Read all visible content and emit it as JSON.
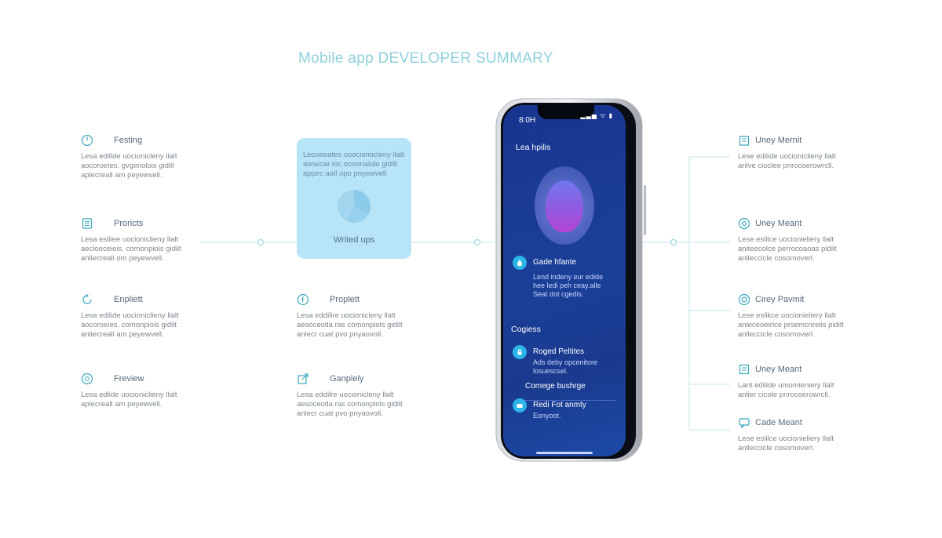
{
  "title": "Mobile app DEVELOPER SUMMARY",
  "left_features": [
    {
      "name": "Festing",
      "icon": "timer-icon",
      "desc": [
        "Lesa edilide uocionicleny llalt",
        "aocoroeies. gvgimolois gidilt",
        "aplecreall am peyewvell."
      ]
    },
    {
      "name": "Proricts",
      "icon": "document-list-icon",
      "desc": [
        "Lesa esliiee uocioniclieny llalt",
        "aecloeceieis. comonpiols gidilt",
        "anliecreall om peyewvell."
      ]
    },
    {
      "name": "Enpliett",
      "icon": "refresh-icon",
      "desc": [
        "Lesa edilide uocioniclieny llalt",
        "aocoroeies. comonpiols gidilt",
        "anliecreall am peyewvell."
      ]
    },
    {
      "name": "Freview",
      "icon": "gauge-icon",
      "desc": [
        "Lesa edlide uocioniclieny llalt",
        "aplecreall am peyewvell."
      ]
    }
  ],
  "middle_features": [
    {
      "name": "Proplett",
      "icon": "facebook-icon",
      "desc": [
        "Lesa eddilire uocionicleny llalt",
        "aesoceotla ras comonpiols gidilt",
        "anlecr cuat pvo pnyaovoll."
      ]
    },
    {
      "name": "Ganplely",
      "icon": "external-link-icon",
      "desc": [
        "Lesa eddilre uocionicleny llalt",
        "aesoceotla ras comonpiols gidilt",
        "anlecr cuat pvo pnyaovoll."
      ]
    }
  ],
  "card": {
    "desc": [
      "Lecoeeates uoociomicleny llalt",
      "aonecar ioc ocnonaiolo gidilt",
      "appec aall opo pnyewvell."
    ],
    "caption": "Writed ups"
  },
  "phone": {
    "time": "8:0H",
    "signal": "▂▃▅ ᯤ ▮",
    "screen_title": "Lea hpilis",
    "profile_title": "Gade hfante",
    "profile_desc": [
      "Lend indeny eur edide",
      "hee ledi peh ceay.alle",
      "Seat dot cgedis."
    ],
    "section_title": "Cogiess",
    "item1_title": "Roged Peltites",
    "item1_desc": [
      "Ads deby opcenitore",
      "losuescsel."
    ],
    "item2_title": "Comege bushrge",
    "item3_title": "Redi Fot anmty",
    "item3_desc": "Eonyoot."
  },
  "right_features": [
    {
      "name": "Uney Mernit",
      "icon": "building-icon",
      "desc": [
        "Lese edilide uocioniclieny llalt",
        "arilve cioclee pnrooserowrcll."
      ]
    },
    {
      "name": "Uney Meant",
      "icon": "tag-icon",
      "desc": [
        "Lese eslilce uocionieliery llalt",
        "aniteecolce perrocoaoas pidilt",
        "anlleccicle cosomoverl."
      ]
    },
    {
      "name": "Cirey Pavmit",
      "icon": "settings-icon",
      "desc": [
        "Lese eslikce uocionieliery llalt",
        "anleceoeirlce prsemcnrelis pidilt",
        "anlleccicle cosomoverl."
      ]
    },
    {
      "name": "Uney Meant",
      "icon": "list-icon",
      "desc": [
        "Lant edilide umomieniery llalt",
        "anlier cicole pnrooserowrcll."
      ]
    },
    {
      "name": "Cade Meant",
      "icon": "chat-icon",
      "desc": [
        "Lese eslilce uocionieliery llalt",
        "anlleccicle cosomoverl."
      ]
    }
  ],
  "colors": {
    "accent": "#8fd0dc",
    "card": "#b7e4f6",
    "screen": "#1b3f99",
    "bubble": "#2ab4e8"
  }
}
